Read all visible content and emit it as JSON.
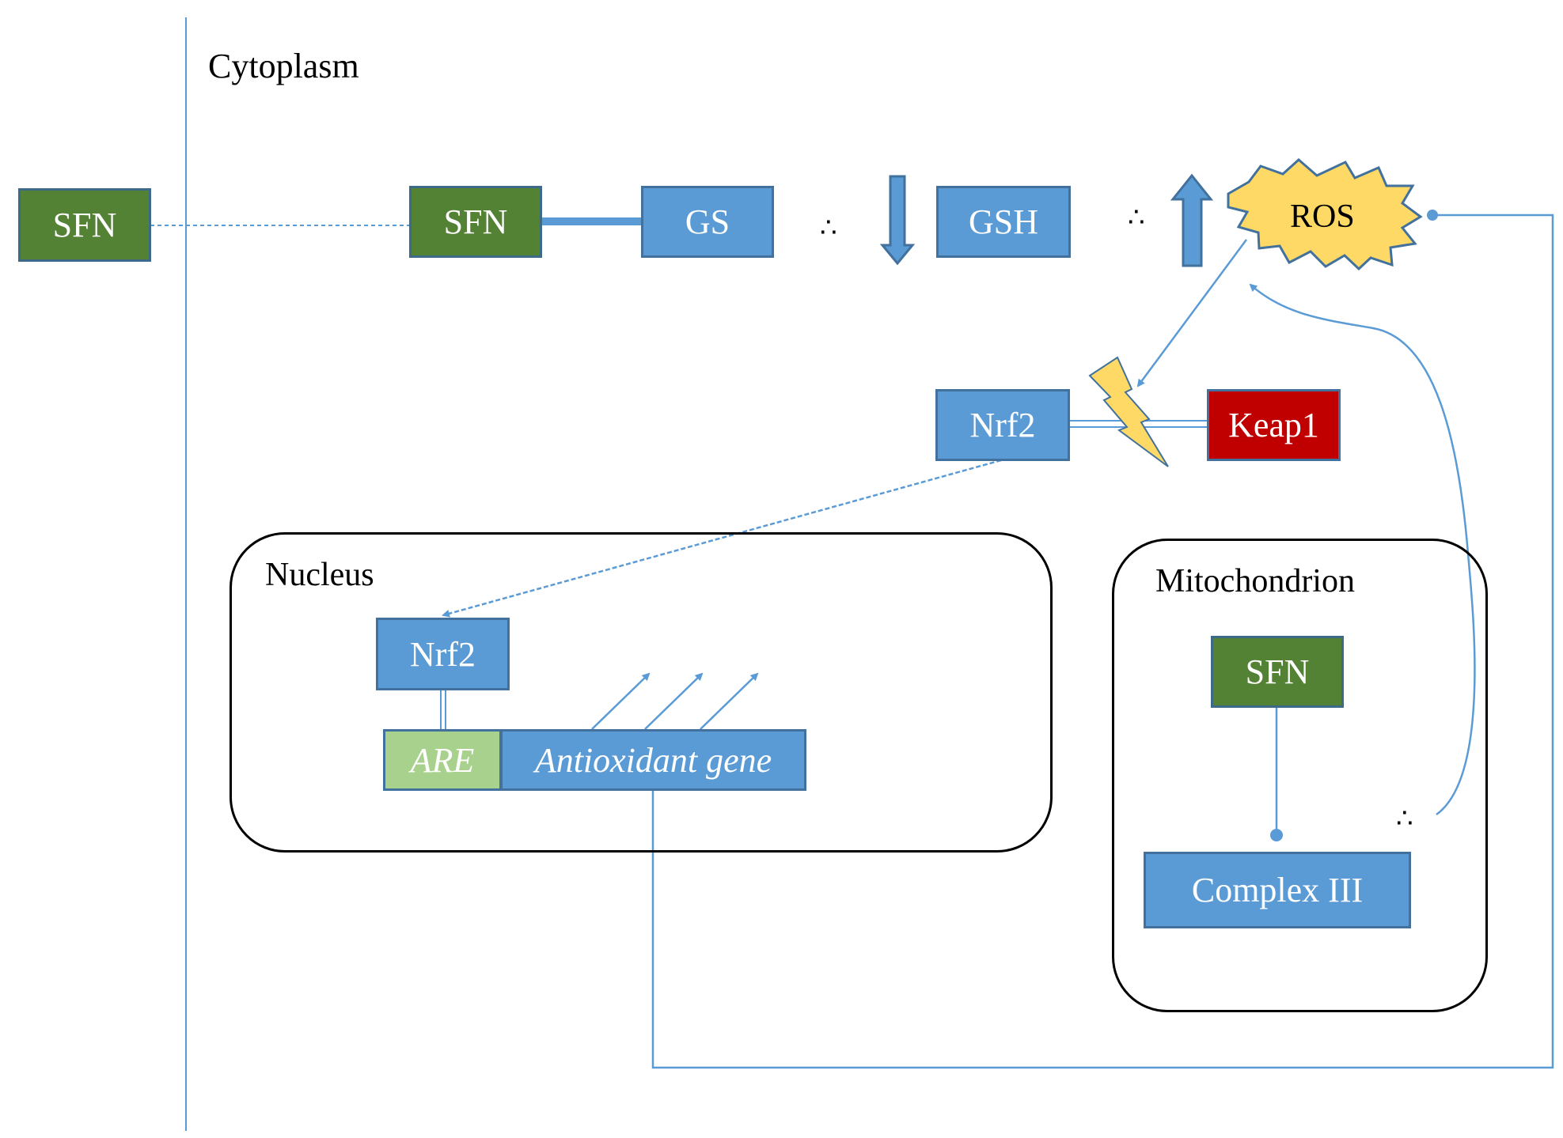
{
  "labels": {
    "cytoplasm": "Cytoplasm",
    "nucleus": "Nucleus",
    "mitochondrion": "Mitochondrion"
  },
  "nodes": {
    "sfn_outside": "SFN",
    "sfn_cytoplasm": "SFN",
    "gs": "GS",
    "gsh": "GSH",
    "ros": "ROS",
    "nrf2_cytoplasm": "Nrf2",
    "keap1": "Keap1",
    "nrf2_nucleus": "Nrf2",
    "are": "ARE",
    "antioxidant_gene": "Antioxidant gene",
    "sfn_mitochondrion": "SFN",
    "complex_iii": "Complex III"
  },
  "symbols": {
    "therefore_1": "∴",
    "therefore_2": "∴",
    "therefore_3": "∴"
  },
  "colors": {
    "blue_box": "#5b9bd5",
    "green_box": "#548235",
    "red_box": "#c00000",
    "light_green_box": "#a9d18e",
    "ros_burst": "#ffd966",
    "line": "#5b9bd5"
  }
}
